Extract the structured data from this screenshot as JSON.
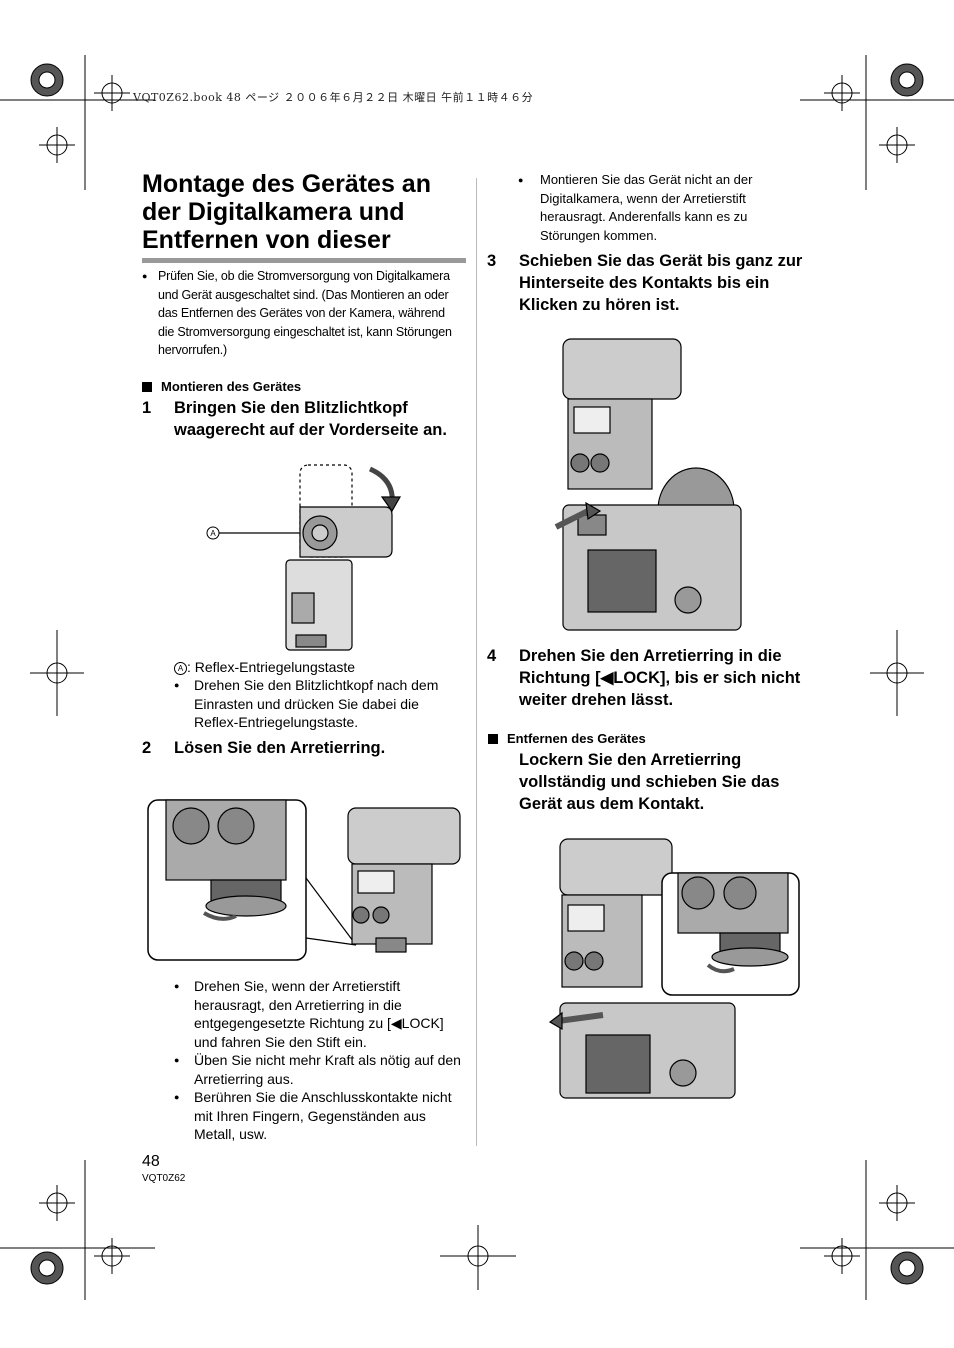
{
  "header": {
    "file_info": "VQT0Z62.book  48 ページ  ２００６年６月２２日  木曜日  午前１１時４６分"
  },
  "title": "Montage des Gerätes an der Digitalkamera und Entfernen von dieser",
  "intro_bullet": "Prüfen Sie, ob die Stromversorgung von Digitalkamera und Gerät ausgeschaltet sind. (Das Montieren an oder das Entfernen des Gerätes von der Kamera, während die Stromversorgung eingeschaltet ist, kann Störungen hervorrufen.)",
  "section_mount": {
    "heading": "Montieren des Gerätes",
    "step1": {
      "num": "1",
      "text": "Bringen Sie den Blitzlichtkopf waagerecht auf der Vorderseite an."
    },
    "callout_letter": "A",
    "legend": ": Reflex-Entriegelungstaste",
    "step1_note": "Drehen Sie den Blitzlichtkopf nach dem Einrasten und drücken Sie dabei die Reflex-Entriegelungstaste.",
    "step2": {
      "num": "2",
      "text": "Lösen Sie den Arretierring."
    },
    "step2_notes": [
      "Drehen Sie, wenn der Arretierstift herausragt, den Arretierring in die entgegengesetzte Richtung zu [◀LOCK] und fahren Sie den Stift ein.",
      "Üben Sie nicht mehr Kraft als nötig auf den Arretierring aus.",
      "Berühren Sie die Anschlusskontakte nicht mit Ihren Fingern, Gegenständen aus Metall, usw."
    ],
    "right_note": "Montieren Sie das Gerät nicht an der Digitalkamera, wenn der Arretierstift herausragt. Anderenfalls kann es zu Störungen kommen.",
    "step3": {
      "num": "3",
      "text": "Schieben Sie das Gerät bis ganz zur Hinterseite des Kontakts bis ein Klicken zu hören ist."
    },
    "step4": {
      "num": "4",
      "text": "Drehen Sie den Arretierring in die Richtung [◀LOCK], bis er sich nicht weiter drehen lässt."
    }
  },
  "section_remove": {
    "heading": "Entfernen des Gerätes",
    "text": "Lockern Sie den Arretierring vollständig und schieben Sie das Gerät aus dem Kontakt."
  },
  "footer": {
    "page_number": "48",
    "code": "VQT0Z62"
  }
}
